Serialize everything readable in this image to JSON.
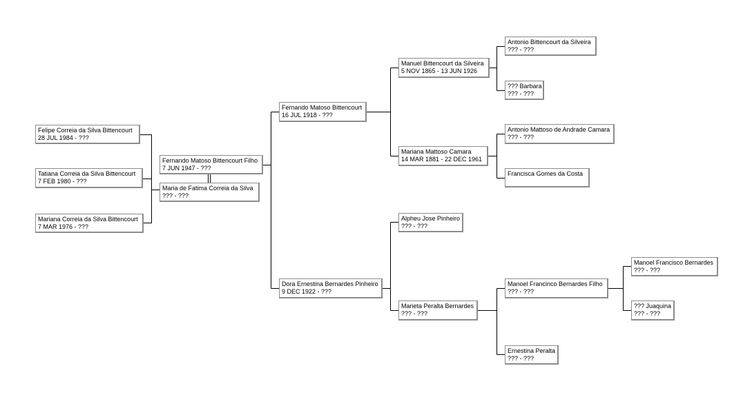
{
  "colors": {
    "line": "#000000",
    "border": "#8c8c8c",
    "background": "#ffffff"
  },
  "people": {
    "felipe": {
      "name": "Felipe Correia da Silva Bittencourt",
      "dates": "28 JUL 1984 - ???"
    },
    "tatiana": {
      "name": "Tatiana Correia da Silva Bittencourt",
      "dates": "7 FEB 1980 - ???"
    },
    "mariana_c": {
      "name": "Mariana Correia da Silva Bittencourt",
      "dates": "7 MAR 1976 - ???"
    },
    "fernando_filho": {
      "name": "Fernando Matoso Bittencourt Filho",
      "dates": "7 JUN 1947 - ???"
    },
    "maria_fatima": {
      "name": "Maria de Fatima Correia da Silva",
      "dates": "??? - ???"
    },
    "fernando": {
      "name": "Fernando Matoso Bittencourt",
      "dates": "16 JUL 1918 - ???"
    },
    "dora": {
      "name": "Dora Ernestina Bernardes Pinheiro",
      "dates": "9 DEC 1922 - ???"
    },
    "manuel_b": {
      "name": "Manuel Bittencourt da Silveira",
      "dates": "5 NOV 1865 - 13 JUN 1926"
    },
    "mariana_m": {
      "name": "Mariana Mattoso Camara",
      "dates": "14 MAR 1881 - 22 DEC 1961"
    },
    "alpheu": {
      "name": "Alpheu Jose Pinheiro",
      "dates": "??? - ???"
    },
    "marieta": {
      "name": "Marieta Peralta Bernardes",
      "dates": "??? - ???"
    },
    "antonio_b": {
      "name": "Antonio Bittencourt da Silveira",
      "dates": "??? - ???"
    },
    "barbara": {
      "name": "??? Barbara",
      "dates": "??? - ???"
    },
    "antonio_m": {
      "name": "Antonio Mattoso de Andrade Camara",
      "dates": "??? - ???"
    },
    "francisca": {
      "name": "Francisca Gomes da Costa",
      "dates": ""
    },
    "manoel_f": {
      "name": "Manoel Francinco Bernardes Filho",
      "dates": "??? - ???"
    },
    "ernestina": {
      "name": "Ernestina Peralta",
      "dates": "??? - ???"
    },
    "manoel": {
      "name": "Manoel Francisco Bernardes",
      "dates": "??? - ???"
    },
    "joaquina": {
      "name": "??? Juaquina",
      "dates": "??? - ???"
    }
  }
}
